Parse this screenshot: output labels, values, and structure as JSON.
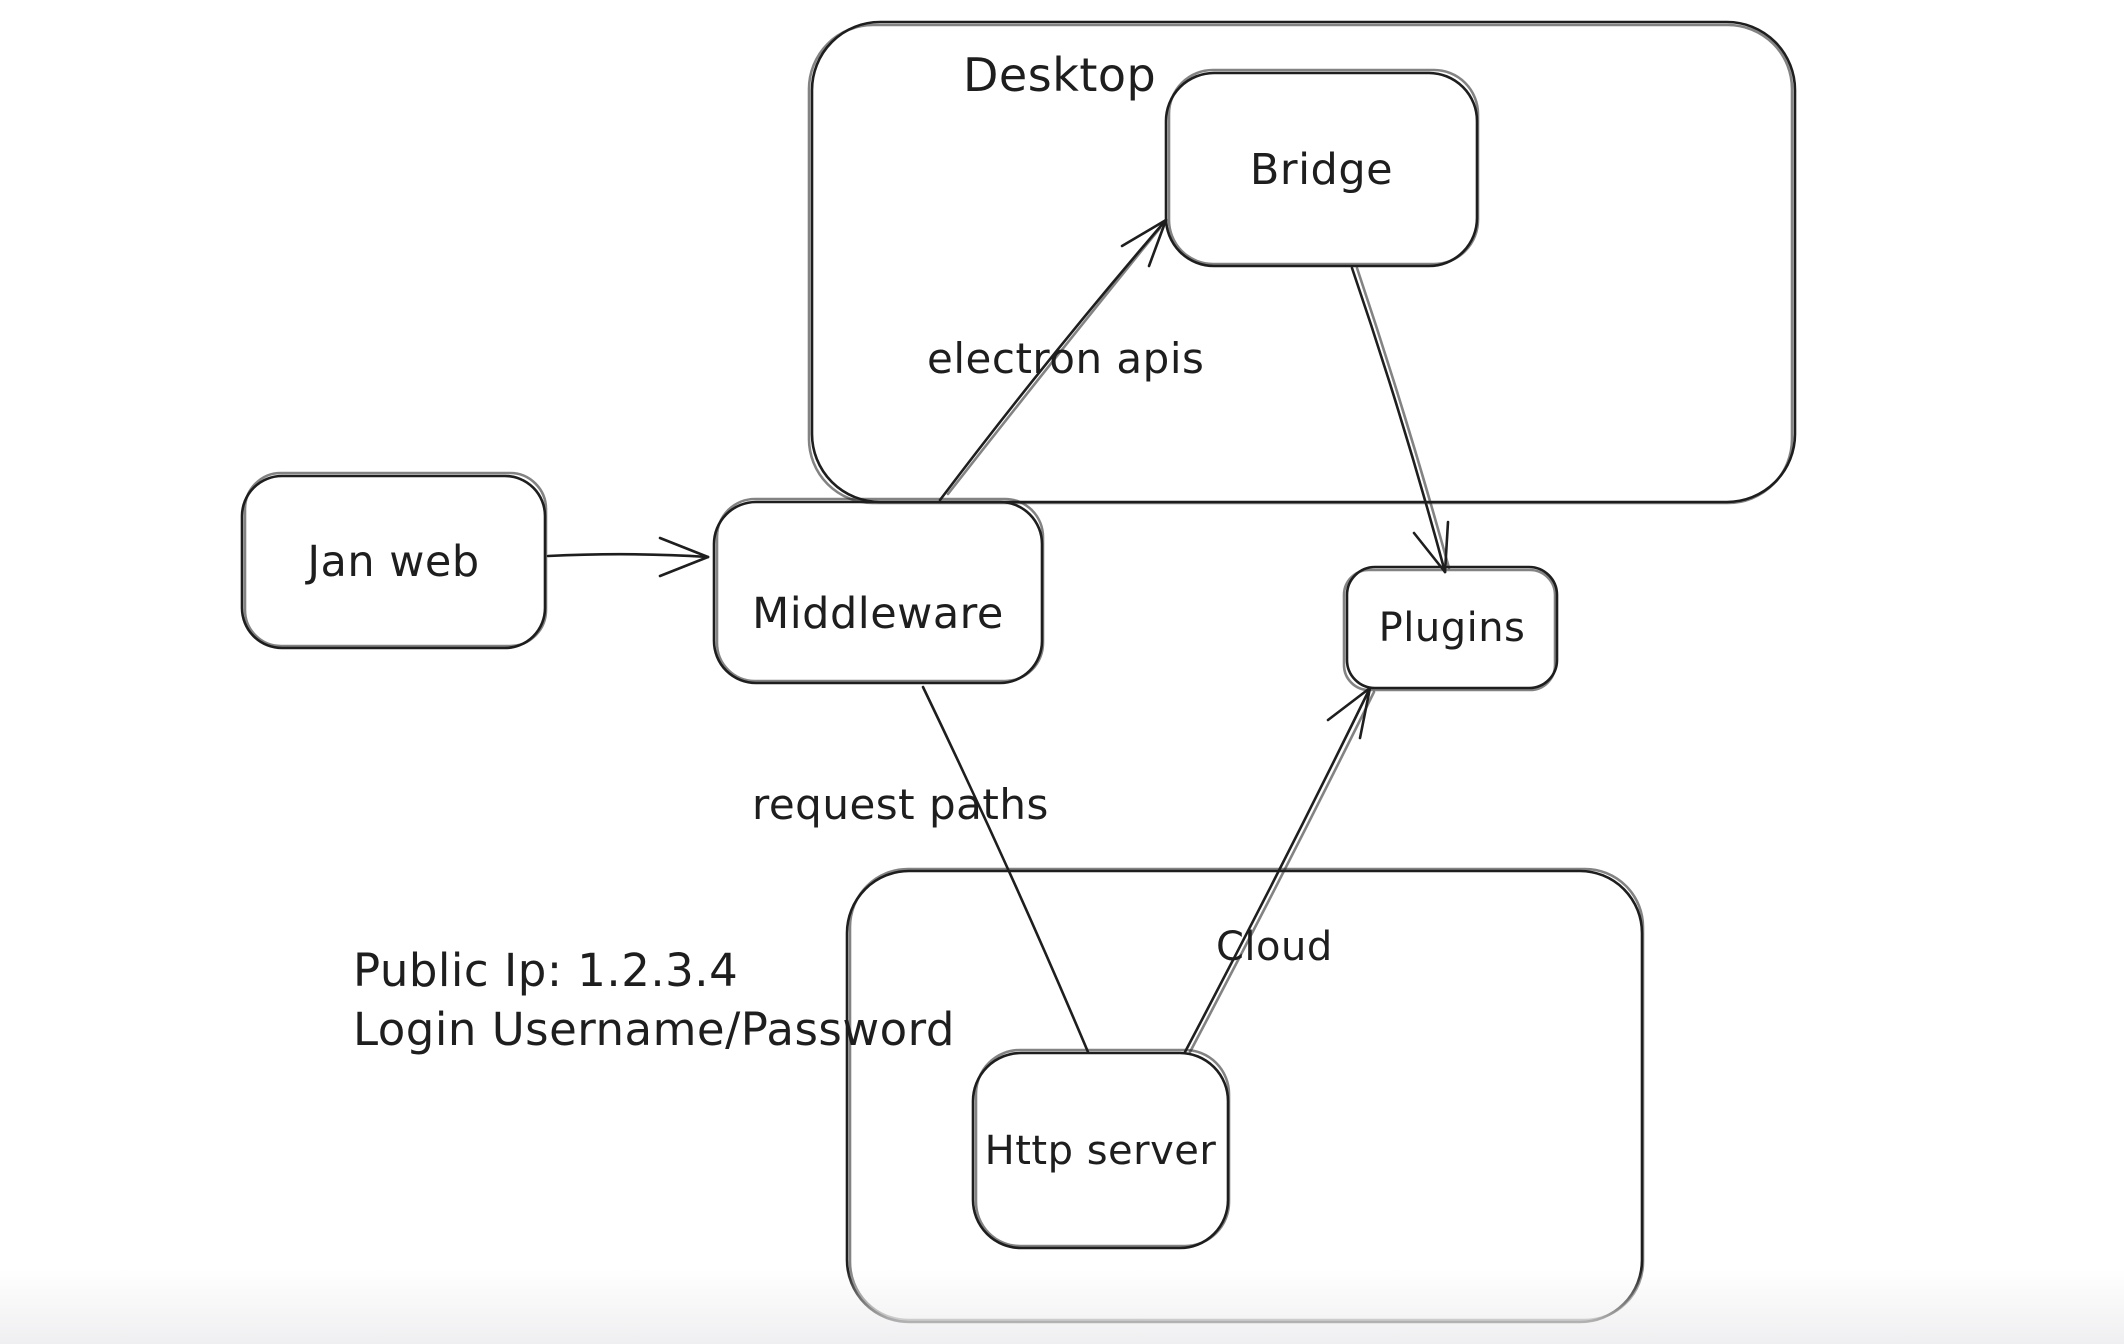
{
  "app": {
    "type": "hand-drawn-architecture-diagram",
    "background": "#ffffff",
    "stroke_color": "#1e1e1e"
  },
  "containers": [
    {
      "id": "desktop",
      "label": "Desktop"
    },
    {
      "id": "cloud",
      "label": "Cloud"
    }
  ],
  "nodes": [
    {
      "id": "jan-web",
      "label": "Jan web"
    },
    {
      "id": "middleware",
      "label": "Middleware"
    },
    {
      "id": "bridge",
      "label": "Bridge",
      "inside": "desktop"
    },
    {
      "id": "plugins",
      "label": "Plugins"
    },
    {
      "id": "http-server",
      "label": "Http server",
      "inside": "cloud"
    }
  ],
  "edges": [
    {
      "from": "jan-web",
      "to": "middleware",
      "label": "",
      "arrowhead": "end"
    },
    {
      "from": "middleware",
      "to": "bridge",
      "label": "electron apis",
      "arrowhead": "end"
    },
    {
      "from": "bridge",
      "to": "plugins",
      "label": "",
      "arrowhead": "end"
    },
    {
      "from": "middleware",
      "to": "http-server",
      "label": "request paths",
      "arrowhead": "none"
    },
    {
      "from": "http-server",
      "to": "plugins",
      "label": "",
      "arrowhead": "end"
    }
  ],
  "annotations": [
    {
      "id": "public-ip",
      "text": "Public Ip: 1.2.3.4"
    },
    {
      "id": "login",
      "text": "Login Username/Password"
    }
  ]
}
